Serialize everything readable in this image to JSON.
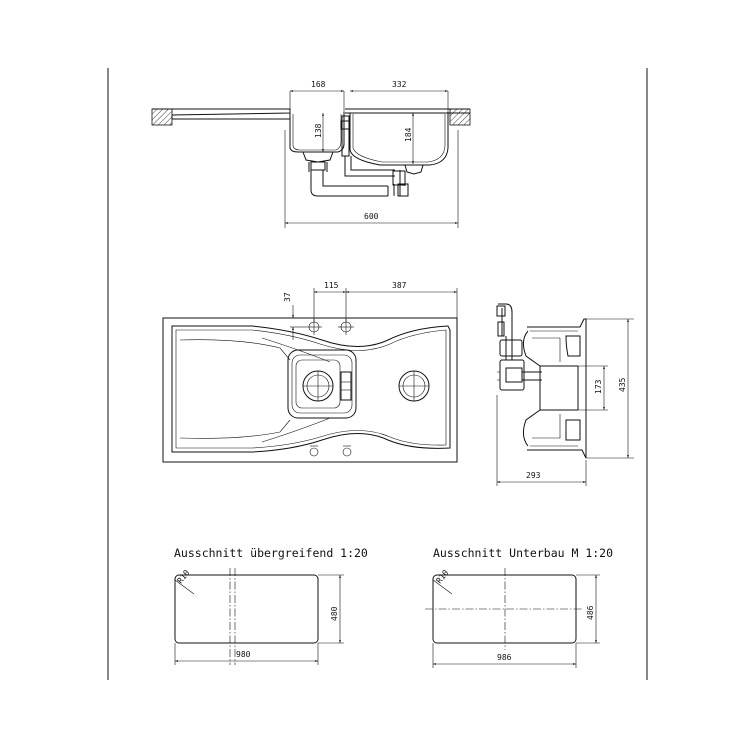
{
  "drawing": {
    "side_section": {
      "dims": {
        "left_bowl_width": "168",
        "right_bowl_width": "332",
        "left_bowl_depth": "138",
        "right_bowl_depth": "184",
        "overall_width": "600"
      }
    },
    "top_view": {
      "dims": {
        "edge_offset": "37",
        "waste_spacing": "115",
        "waste_to_edge": "387"
      }
    },
    "end_section": {
      "dims": {
        "depth_total": "435",
        "depth_inner": "173",
        "width": "293"
      }
    },
    "cutout_overmount": {
      "title": "Ausschnitt übergreifend 1:20",
      "radius_label": "R10",
      "width": "980",
      "depth": "480"
    },
    "cutout_undermount": {
      "title": "Ausschnitt Unterbau M 1:20",
      "radius_label": "R10",
      "width": "986",
      "depth": "486"
    }
  }
}
